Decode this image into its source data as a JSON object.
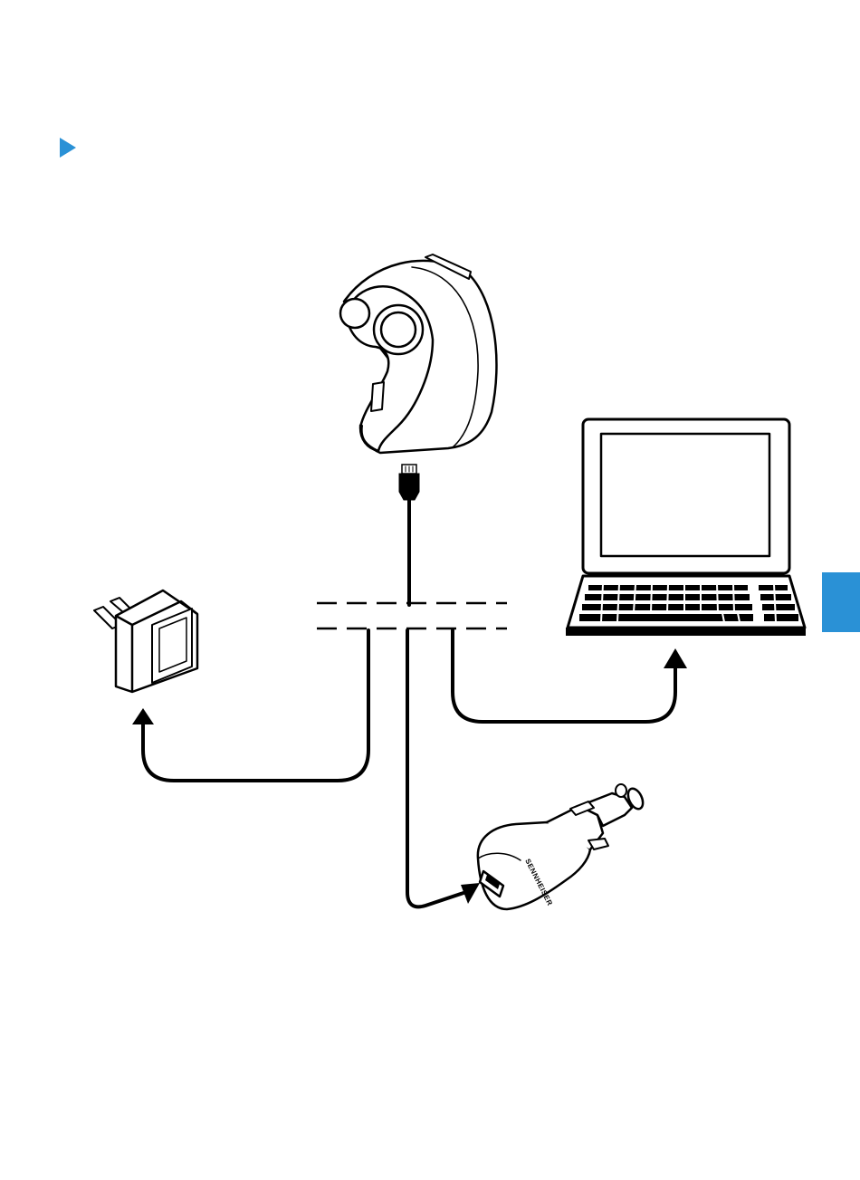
{
  "colors": {
    "accent": "#2a91d6",
    "line": "#000000",
    "background": "#ffffff"
  },
  "icons": {
    "step_marker": "blue-triangle-bullet",
    "headset": "bluetooth-headset",
    "laptop": "laptop-computer",
    "wall_charger": "mains-power-plug-adapter",
    "car_charger": "car-cigarette-lighter-usb-adapter",
    "connector": "usb-micro-plug"
  },
  "car_charger": {
    "brand_text": "SENNHEISER"
  }
}
